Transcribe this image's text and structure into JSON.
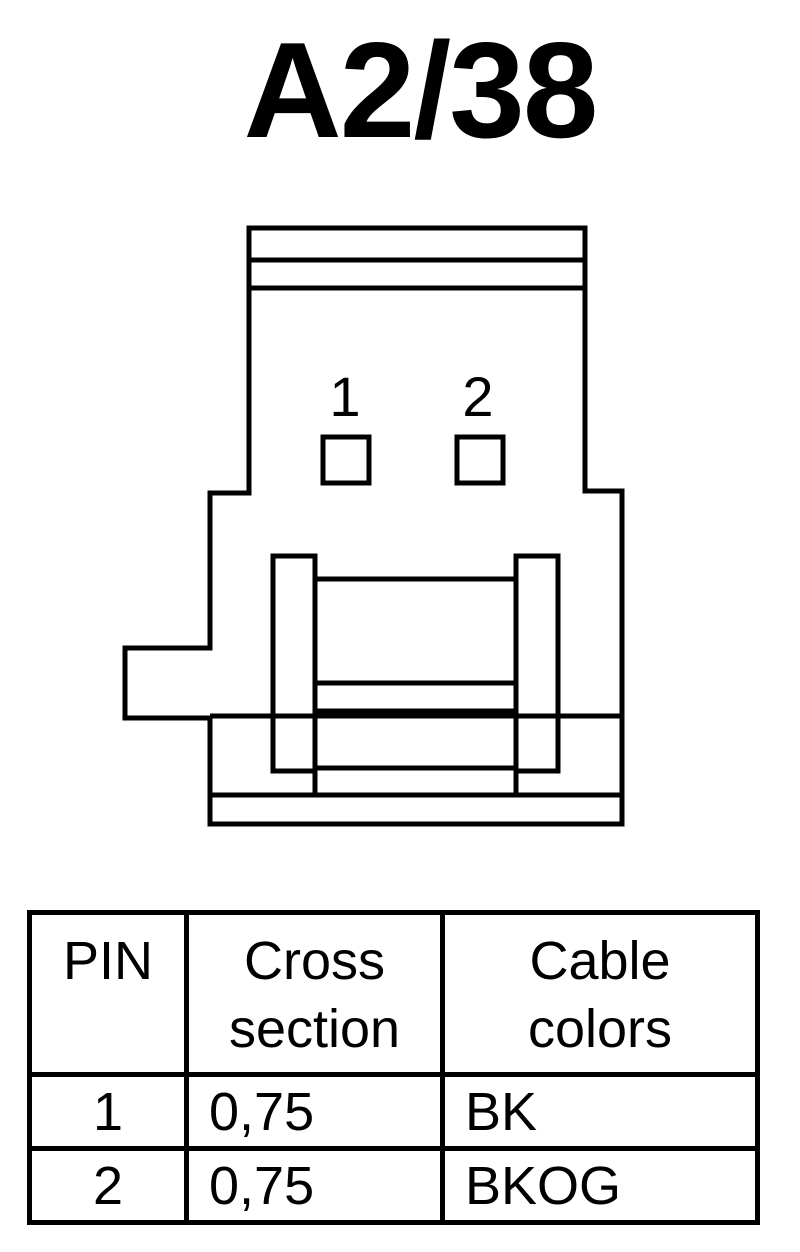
{
  "title": "A2/38",
  "connector": {
    "pin_labels": [
      "1",
      "2"
    ]
  },
  "table": {
    "headers": {
      "pin": "PIN",
      "cross_section": [
        "Cross",
        "section"
      ],
      "cable_colors": [
        "Cable",
        "colors"
      ]
    },
    "rows": [
      {
        "pin": "1",
        "cross_section": "0,75",
        "cable_color": "BK"
      },
      {
        "pin": "2",
        "cross_section": "0,75",
        "cable_color": "BKOG"
      }
    ]
  }
}
